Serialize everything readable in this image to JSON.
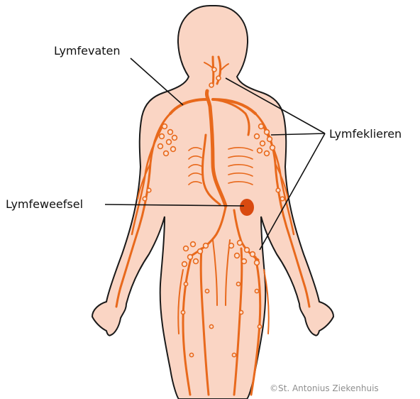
{
  "labels": {
    "lymph_vessels": "Lymfevaten",
    "lymph_nodes": "Lymfeklieren",
    "lymph_tissue": "Lymfeweefsel"
  },
  "credit": "©St. Antonius Ziekenhuis",
  "colors": {
    "skin": "#fad5c4",
    "outline": "#1a1a1a",
    "lymph": "#e8691c",
    "node_fill": "#fbe0d2",
    "spleen": "#d94a10",
    "leader": "#111111",
    "credit_text": "#8f8f8f"
  }
}
